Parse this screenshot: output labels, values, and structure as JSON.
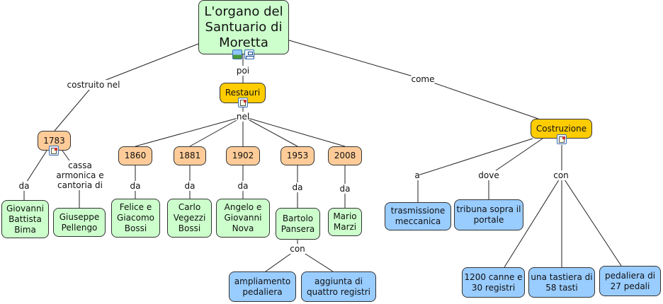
{
  "root": "L'organo del Santuario di Moretta",
  "links": {
    "poi": "poi",
    "nel": "nel",
    "costruito_nel": "costruito nel",
    "come": "come",
    "da": "da",
    "cassa": "cassa armonica e cantoria di",
    "con": "con",
    "a": "a",
    "dove": "dove"
  },
  "concepts": {
    "restauri": "Restauri",
    "costruzione": "Costruzione",
    "y1783": "1783",
    "y1860": "1860",
    "y1881": "1881",
    "y1902": "1902",
    "y1953": "1953",
    "y2008": "2008",
    "bima": "Giovanni Battista Bima",
    "pellengo": "Giuseppe Pellengo",
    "bossi": "Felice e Giacomo Bossi",
    "vegezzi": "Carlo Vegezzi Bossi",
    "nova": "Angelo e Giovanni Nova",
    "pansera": "Bartolo Pansera",
    "marzi": "Mario Marzi",
    "ampliamento": "ampliamento pedaliera",
    "aggiunta": "aggiunta di quattro registri",
    "trasmissione": "trasmissione meccanica",
    "tribuna": "tribuna sopra il portale",
    "canne": "1200 canne e 30 registri",
    "tastiera": "una tastiera di 58 tasti",
    "pedaliera": "pedaliera di 27 pedali"
  },
  "colors": {
    "root": "#ccffcc",
    "person": "#ccffcc",
    "year": "#ffcc99",
    "section": "#ffcc00",
    "feature": "#99ccff"
  },
  "icons": [
    "image-icon",
    "concept-map-icon",
    "document-icon"
  ]
}
